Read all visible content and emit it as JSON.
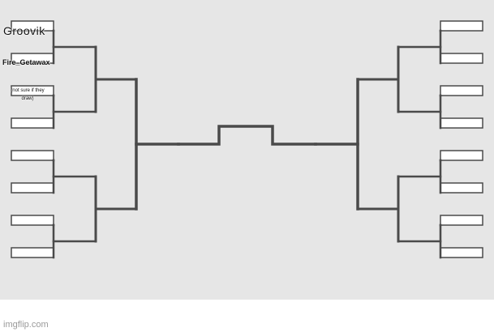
{
  "bracket": {
    "left_entrants": [
      "Groovik",
      "Fire_Getawax",
      "(not sure if they draw)",
      "",
      "",
      "",
      "",
      ""
    ],
    "right_entrants": [
      "",
      "",
      "",
      "",
      "",
      "",
      "",
      ""
    ]
  },
  "watermark": "imgflip.com",
  "colors": {
    "board": "#e6e6e6",
    "line": "#4a4a4a",
    "slot": "#ffffff"
  }
}
